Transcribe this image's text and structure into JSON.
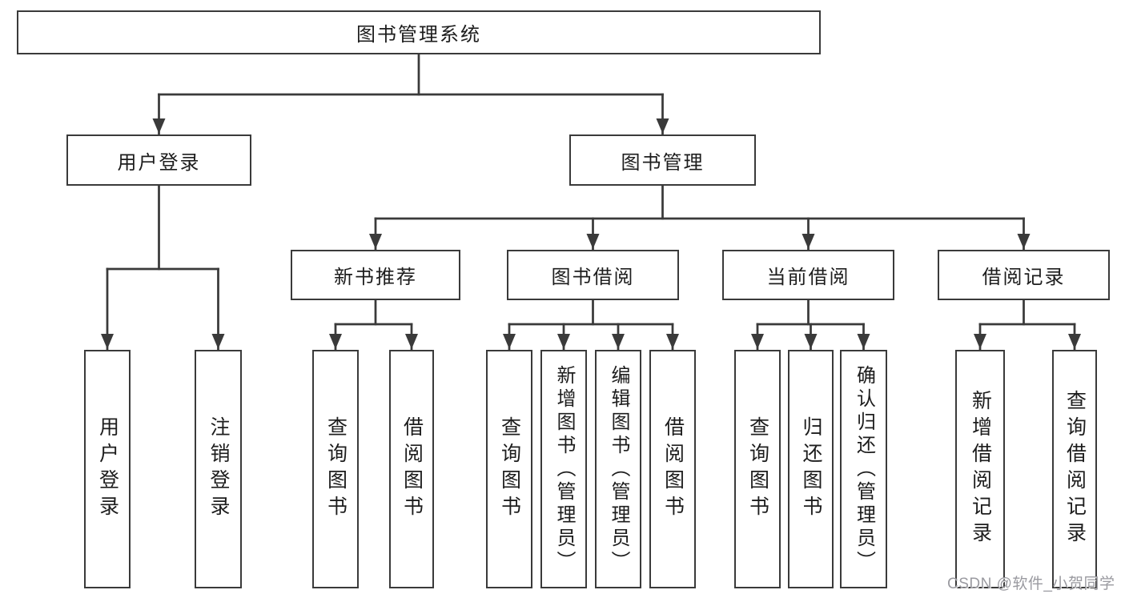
{
  "tree": {
    "root": "图书管理系统",
    "userLogin": {
      "label": "用户登录",
      "children": [
        "用户登录",
        "注销登录"
      ]
    },
    "bookMgmt": {
      "label": "图书管理",
      "groups": [
        {
          "label": "新书推荐",
          "children": [
            "查询图书",
            "借阅图书"
          ]
        },
        {
          "label": "图书借阅",
          "children": [
            "查询图书",
            "新增图书（管理员）",
            "编辑图书（管理员）",
            "借阅图书"
          ]
        },
        {
          "label": "当前借阅",
          "children": [
            "查询图书",
            "归还图书",
            "确认归还（管理员）"
          ]
        },
        {
          "label": "借阅记录",
          "children": [
            "新增借阅记录",
            "查询借阅记录"
          ]
        }
      ]
    }
  },
  "watermark": "CSDN @软件_小贺同学",
  "colors": {
    "line": "#3a3a3a",
    "text": "#1d1d1d",
    "watermark": "#9a9aa0",
    "background": "#ffffff"
  }
}
